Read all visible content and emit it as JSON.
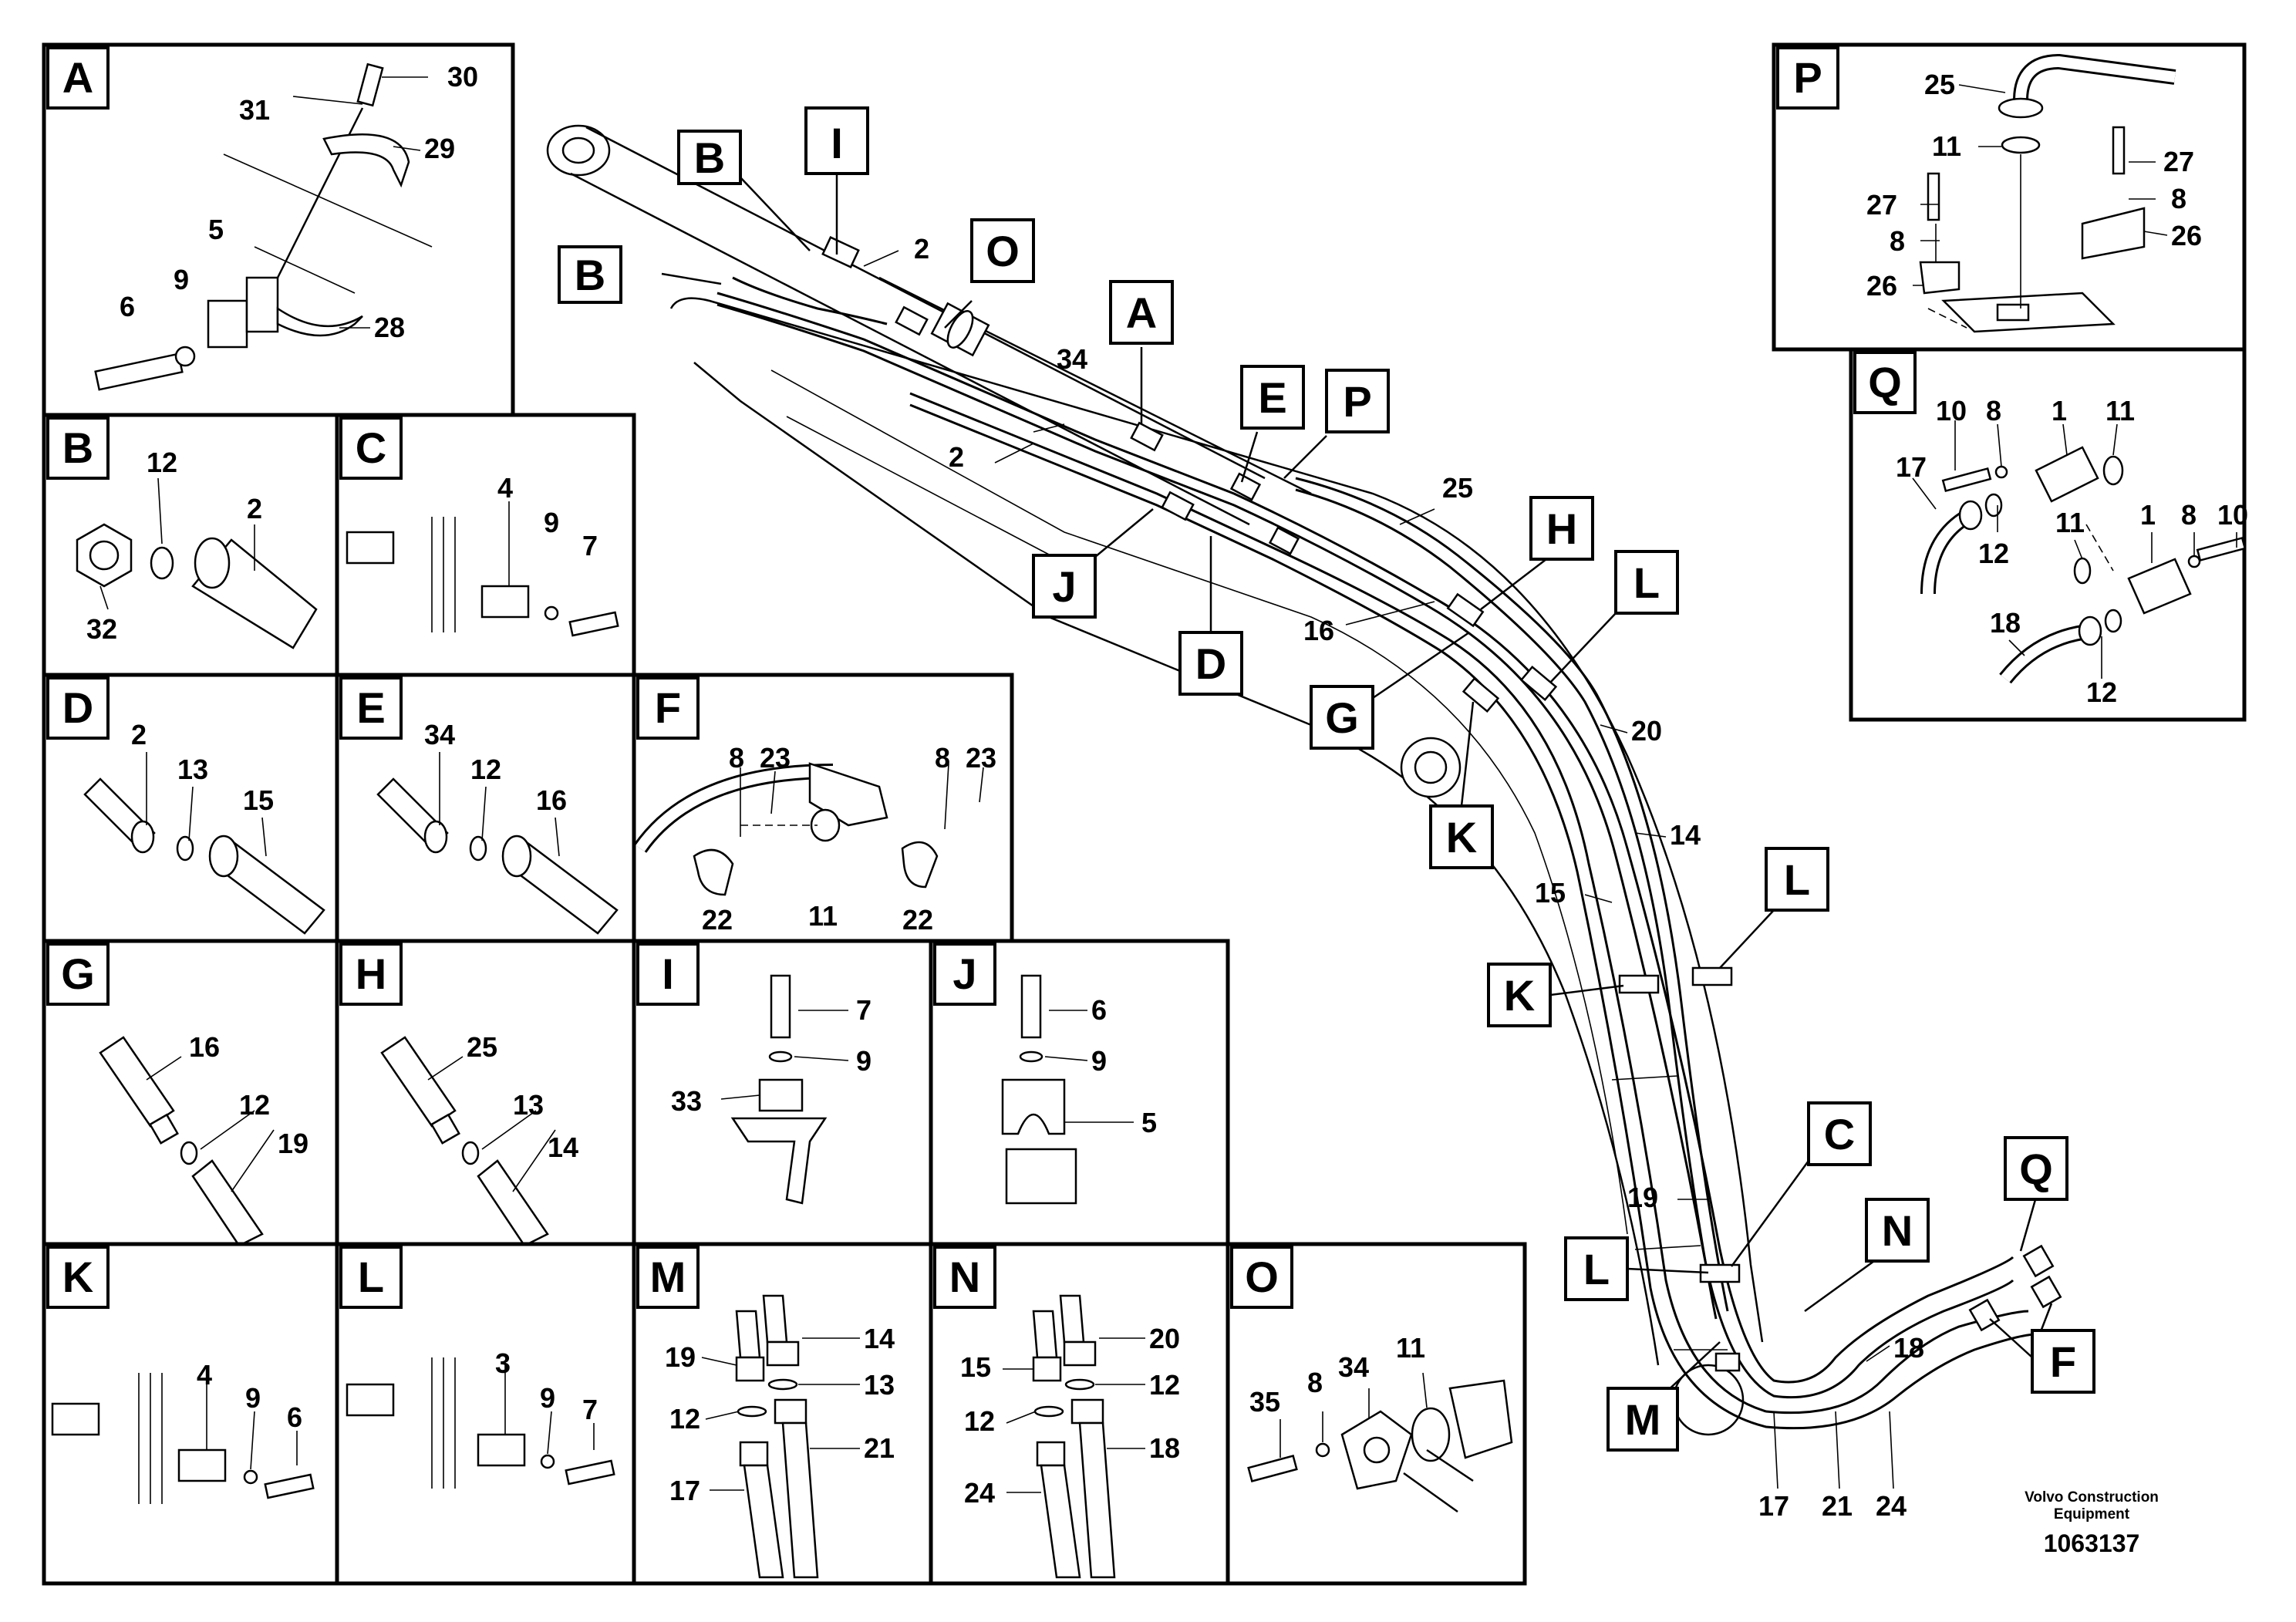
{
  "drawing": {
    "number": "1063137",
    "maker_line1": "Volvo Construction",
    "maker_line2": "Equipment"
  },
  "main_callouts": [
    {
      "id": "B1",
      "letter": "B"
    },
    {
      "id": "I",
      "letter": "I"
    },
    {
      "id": "B2",
      "letter": "B"
    },
    {
      "id": "O",
      "letter": "O"
    },
    {
      "id": "A",
      "letter": "A"
    },
    {
      "id": "E",
      "letter": "E"
    },
    {
      "id": "P",
      "letter": "P"
    },
    {
      "id": "J",
      "letter": "J"
    },
    {
      "id": "D",
      "letter": "D"
    },
    {
      "id": "H",
      "letter": "H"
    },
    {
      "id": "L1",
      "letter": "L"
    },
    {
      "id": "G",
      "letter": "G"
    },
    {
      "id": "K1",
      "letter": "K"
    },
    {
      "id": "L2",
      "letter": "L"
    },
    {
      "id": "K2",
      "letter": "K"
    },
    {
      "id": "C",
      "letter": "C"
    },
    {
      "id": "N",
      "letter": "N"
    },
    {
      "id": "Q",
      "letter": "Q"
    },
    {
      "id": "L3",
      "letter": "L"
    },
    {
      "id": "M",
      "letter": "M"
    },
    {
      "id": "F",
      "letter": "F"
    }
  ],
  "main_numbers": [
    "2",
    "34",
    "2",
    "25",
    "16",
    "20",
    "14",
    "15",
    "19",
    "18",
    "17",
    "21",
    "24"
  ],
  "panels": {
    "A": {
      "letter": "A",
      "numbers": [
        "30",
        "31",
        "29",
        "5",
        "6",
        "9",
        "28"
      ]
    },
    "B": {
      "letter": "B",
      "numbers": [
        "12",
        "2",
        "32"
      ]
    },
    "C": {
      "letter": "C",
      "numbers": [
        "4",
        "9",
        "7"
      ]
    },
    "D": {
      "letter": "D",
      "numbers": [
        "2",
        "13",
        "15"
      ]
    },
    "E": {
      "letter": "E",
      "numbers": [
        "34",
        "12",
        "16"
      ]
    },
    "F": {
      "letter": "F",
      "numbers": [
        "8",
        "23",
        "8",
        "23",
        "22",
        "11",
        "22"
      ]
    },
    "G": {
      "letter": "G",
      "numbers": [
        "16",
        "12",
        "19"
      ]
    },
    "H": {
      "letter": "H",
      "numbers": [
        "25",
        "13",
        "14"
      ]
    },
    "I": {
      "letter": "I",
      "numbers": [
        "7",
        "9",
        "33"
      ]
    },
    "J": {
      "letter": "J",
      "numbers": [
        "6",
        "9",
        "5"
      ]
    },
    "K": {
      "letter": "K",
      "numbers": [
        "4",
        "9",
        "6"
      ]
    },
    "L": {
      "letter": "L",
      "numbers": [
        "3",
        "9",
        "7"
      ]
    },
    "M": {
      "letter": "M",
      "numbers": [
        "19",
        "14",
        "13",
        "12",
        "21",
        "17"
      ]
    },
    "N": {
      "letter": "N",
      "numbers": [
        "15",
        "20",
        "12",
        "12",
        "18",
        "24"
      ]
    },
    "O": {
      "letter": "O",
      "numbers": [
        "35",
        "8",
        "34",
        "11"
      ]
    },
    "P": {
      "letter": "P",
      "numbers": [
        "25",
        "11",
        "27",
        "27",
        "8",
        "8",
        "26",
        "26"
      ]
    },
    "Q": {
      "letter": "Q",
      "numbers": [
        "10",
        "8",
        "1",
        "11",
        "17",
        "12",
        "11",
        "1",
        "8",
        "10",
        "18",
        "12"
      ]
    }
  }
}
